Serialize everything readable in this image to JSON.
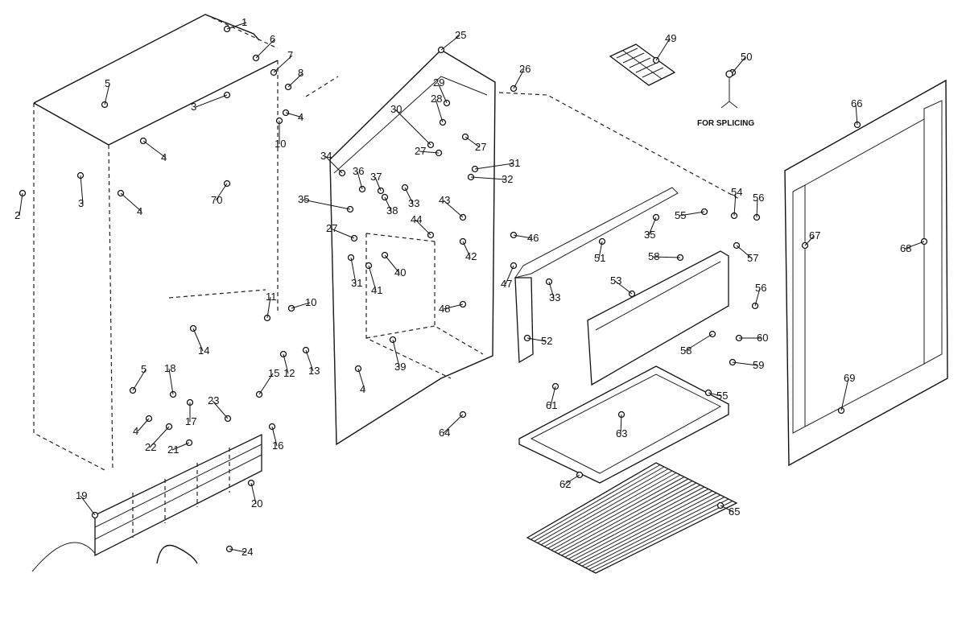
{
  "diagram": {
    "note": "FOR SPLICING",
    "callouts": [
      {
        "id": "c1",
        "text": "1"
      },
      {
        "id": "c2",
        "text": "2"
      },
      {
        "id": "c3a",
        "text": "3"
      },
      {
        "id": "c3b",
        "text": "3"
      },
      {
        "id": "c4a",
        "text": "4"
      },
      {
        "id": "c4b",
        "text": "4"
      },
      {
        "id": "c4c",
        "text": "4"
      },
      {
        "id": "c4d",
        "text": "4"
      },
      {
        "id": "c4e",
        "text": "4"
      },
      {
        "id": "c5a",
        "text": "5"
      },
      {
        "id": "c5b",
        "text": "5"
      },
      {
        "id": "c6",
        "text": "6"
      },
      {
        "id": "c7",
        "text": "7"
      },
      {
        "id": "c8",
        "text": "8"
      },
      {
        "id": "c10a",
        "text": "10"
      },
      {
        "id": "c10b",
        "text": "10"
      },
      {
        "id": "c11",
        "text": "11"
      },
      {
        "id": "c12",
        "text": "12"
      },
      {
        "id": "c13",
        "text": "13"
      },
      {
        "id": "c14",
        "text": "14"
      },
      {
        "id": "c15",
        "text": "15"
      },
      {
        "id": "c16",
        "text": "16"
      },
      {
        "id": "c17",
        "text": "17"
      },
      {
        "id": "c18",
        "text": "18"
      },
      {
        "id": "c19",
        "text": "19"
      },
      {
        "id": "c20",
        "text": "20"
      },
      {
        "id": "c21",
        "text": "21"
      },
      {
        "id": "c22",
        "text": "22"
      },
      {
        "id": "c23",
        "text": "23"
      },
      {
        "id": "c24",
        "text": "24"
      },
      {
        "id": "c25",
        "text": "25"
      },
      {
        "id": "c26",
        "text": "26"
      },
      {
        "id": "c27a",
        "text": "27"
      },
      {
        "id": "c27b",
        "text": "27"
      },
      {
        "id": "c27c",
        "text": "27"
      },
      {
        "id": "c28",
        "text": "28"
      },
      {
        "id": "c29",
        "text": "29"
      },
      {
        "id": "c30",
        "text": "30"
      },
      {
        "id": "c31a",
        "text": "31"
      },
      {
        "id": "c31b",
        "text": "31"
      },
      {
        "id": "c32",
        "text": "32"
      },
      {
        "id": "c33a",
        "text": "33"
      },
      {
        "id": "c33b",
        "text": "33"
      },
      {
        "id": "c34",
        "text": "34"
      },
      {
        "id": "c35a",
        "text": "35"
      },
      {
        "id": "c35b",
        "text": "35"
      },
      {
        "id": "c36",
        "text": "36"
      },
      {
        "id": "c37",
        "text": "37"
      },
      {
        "id": "c38",
        "text": "38"
      },
      {
        "id": "c39",
        "text": "39"
      },
      {
        "id": "c40",
        "text": "40"
      },
      {
        "id": "c41",
        "text": "41"
      },
      {
        "id": "c42",
        "text": "42"
      },
      {
        "id": "c43",
        "text": "43"
      },
      {
        "id": "c44",
        "text": "44"
      },
      {
        "id": "c46",
        "text": "46"
      },
      {
        "id": "c47",
        "text": "47"
      },
      {
        "id": "c48",
        "text": "48"
      },
      {
        "id": "c49",
        "text": "49"
      },
      {
        "id": "c50",
        "text": "50"
      },
      {
        "id": "c51",
        "text": "51"
      },
      {
        "id": "c52",
        "text": "52"
      },
      {
        "id": "c53",
        "text": "53"
      },
      {
        "id": "c54",
        "text": "54"
      },
      {
        "id": "c55a",
        "text": "55"
      },
      {
        "id": "c55b",
        "text": "55"
      },
      {
        "id": "c56a",
        "text": "56"
      },
      {
        "id": "c56b",
        "text": "56"
      },
      {
        "id": "c57",
        "text": "57"
      },
      {
        "id": "c58a",
        "text": "58"
      },
      {
        "id": "c58b",
        "text": "58"
      },
      {
        "id": "c59",
        "text": "59"
      },
      {
        "id": "c60",
        "text": "60"
      },
      {
        "id": "c61",
        "text": "61"
      },
      {
        "id": "c62",
        "text": "62"
      },
      {
        "id": "c63",
        "text": "63"
      },
      {
        "id": "c64",
        "text": "64"
      },
      {
        "id": "c65",
        "text": "65"
      },
      {
        "id": "c66",
        "text": "66"
      },
      {
        "id": "c67",
        "text": "67"
      },
      {
        "id": "c68",
        "text": "68"
      },
      {
        "id": "c69",
        "text": "69"
      },
      {
        "id": "c70",
        "text": "70"
      }
    ]
  }
}
